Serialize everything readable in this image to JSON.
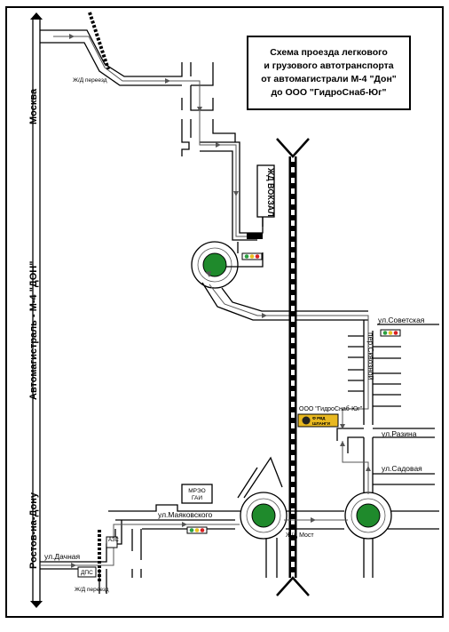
{
  "title_lines": [
    "Схема проезда легкового",
    "и грузового автотранспорта",
    "от автомагистрали М-4 \"Дон\"",
    "до ООО \"ГидроСнаб-Юг\""
  ],
  "labels": {
    "moscow": "Москва",
    "highway": "Автомагистраль - М-4 \"ДОН\"",
    "rostov": "Ростов-на-Дону",
    "rail_crossing_top": "Ж/Д переезд",
    "rail_crossing_bottom": "Ж/Д переезд",
    "station": "ЖД ВОКЗАЛ",
    "sovetskaya": "ул.Советская",
    "skvoznoy": "пер.Сквозной",
    "company": "ООО \"ГидроСнаб-Юг\"",
    "company_sign_line1": "Ф РВД",
    "company_sign_line2": "ШЛАНГИ",
    "razina": "ул.Разина",
    "sadovaya": "ул.Садовая",
    "mreo_line1": "МРЭО",
    "mreo_line2": "ГАИ",
    "mayakovsky": "ул.Маяковского",
    "bridge": "Ж/Д Мост",
    "dachnaya": "ул.Дачная",
    "azs": "АЗС",
    "dps": "ДПС"
  },
  "colors": {
    "roundabout": "#1f8a2c",
    "route": "#555555",
    "road": "#000000",
    "company_sign": "#e8b820",
    "signal_red": "#d92020",
    "signal_yellow": "#e8c020",
    "signal_green": "#2aa040"
  }
}
